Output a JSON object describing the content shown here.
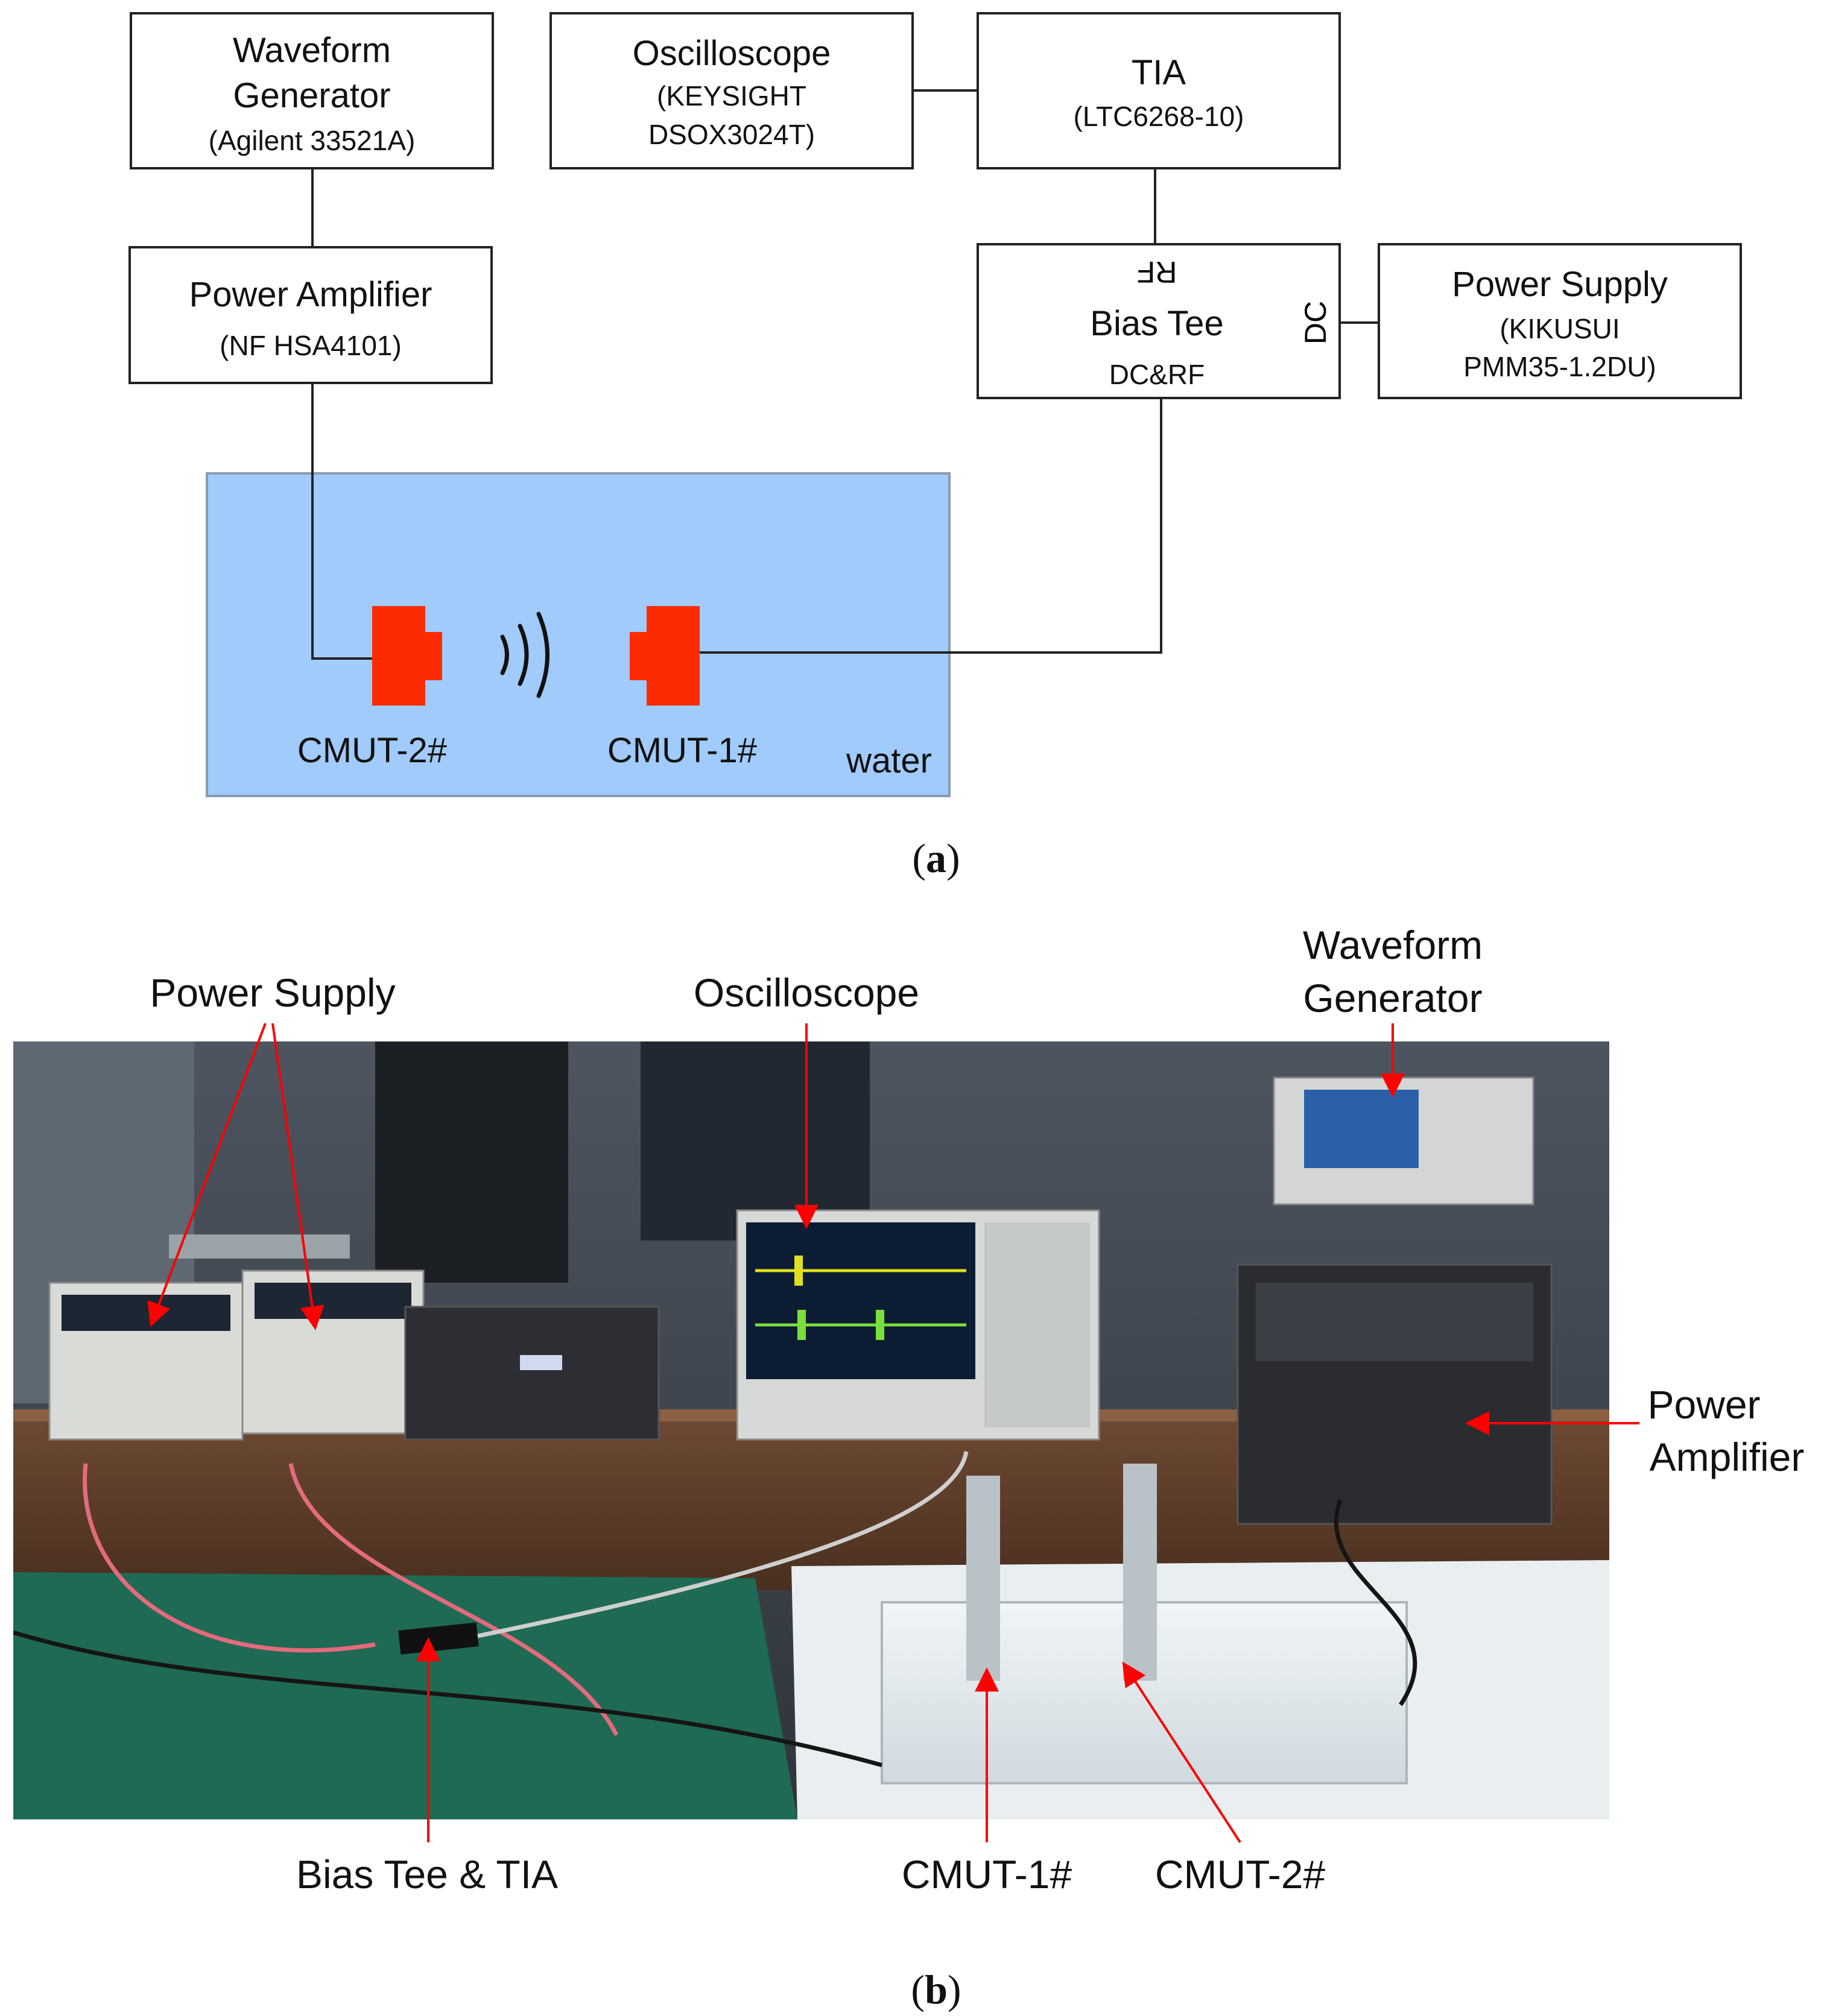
{
  "diagram": {
    "waveform_generator": {
      "title_line1": "Waveform",
      "title_line2": "Generator",
      "model": "(Agilent 33521A)"
    },
    "oscilloscope": {
      "title": "Oscilloscope",
      "model_line1": "(KEYSIGHT",
      "model_line2": "DSOX3024T)"
    },
    "tia": {
      "title": "TIA",
      "model": "(LTC6268-10)"
    },
    "power_amplifier": {
      "title": "Power Amplifier",
      "model": "(NF HSA4101)"
    },
    "bias_tee": {
      "title": "Bias Tee",
      "port_rf": "RF",
      "port_dcrf": "DC&RF",
      "port_dc": "DC"
    },
    "power_supply": {
      "title": "Power Supply",
      "model_line1": "(KIKUSUI",
      "model_line2": "PMM35-1.2DU)"
    },
    "tank": {
      "label": "water",
      "cmut_left": "CMUT-2#",
      "cmut_right": "CMUT-1#"
    },
    "colors": {
      "water": "#a0cbfb",
      "transducer": "#ff2b00",
      "callout": "#ff0000"
    }
  },
  "captions": {
    "a_open": "(",
    "a_letter": "a",
    "a_close": ")",
    "b_open": "(",
    "b_letter": "b",
    "b_close": ")"
  },
  "photo": {
    "labels": {
      "power_supply": "Power Supply",
      "oscilloscope": "Oscilloscope",
      "waveform_line1": "Waveform",
      "waveform_line2": "Generator",
      "power_amp_line1": "Power",
      "power_amp_line2": "Amplifier",
      "bias_tee_tia": "Bias Tee & TIA",
      "cmut1": "CMUT-1#",
      "cmut2": "CMUT-2#"
    }
  }
}
